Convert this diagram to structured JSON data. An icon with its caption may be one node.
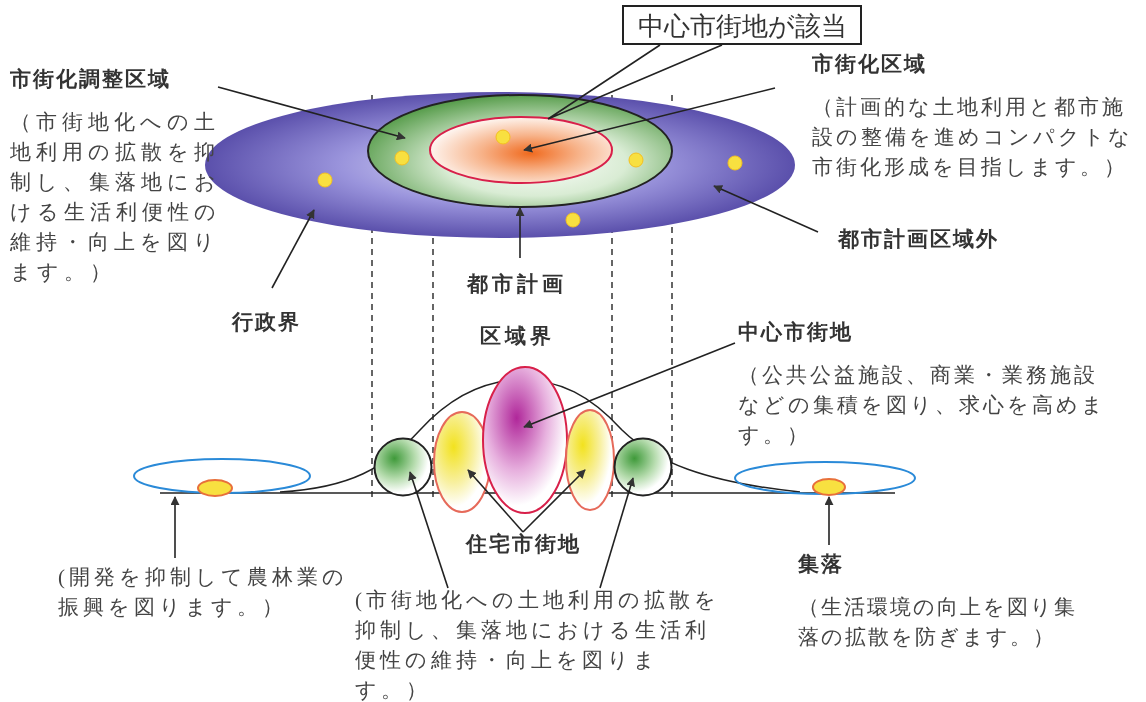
{
  "diagram": {
    "nodes": [
      {
        "text": [
          "中心市街地が該当"
        ]
      },
      {
        "text": [
          "市街化調整区域",
          "（市街地化への土地利用の拡散を抑制し、集落地における生活利便性の維持・向上を図ります。）"
        ]
      },
      {
        "text": [
          "市街化区域",
          "（計画的な土地利用と都市施設の整備を進めコンパクトな市街化形成を目指します。）"
        ]
      },
      {
        "text": [],
        "shape": "ellipse"
      },
      {
        "text": [],
        "shape": "ellipse",
        "in": 3
      },
      {
        "text": [],
        "shape": "ellipse",
        "in": 4
      },
      {
        "text": [
          "都市計画区域外"
        ]
      },
      {
        "text": [
          "行政界"
        ]
      },
      {
        "text": [
          "都市計画区域界"
        ]
      },
      {
        "text": [
          "中心市街地",
          "（公共公益施設、商業・業務施設などの集積を図り、求心を高めます。）"
        ]
      },
      {
        "text": [],
        "shape": "ellipse"
      },
      {
        "text": [],
        "shape": "circle"
      },
      {
        "text": [],
        "shape": "ellipse"
      },
      {
        "text": [],
        "shape": "ellipse"
      },
      {
        "text": [],
        "shape": "ellipse"
      },
      {
        "text": [],
        "shape": "circle"
      },
      {
        "text": [],
        "shape": "ellipse",
        "in": 21
      },
      {
        "text": [
          "住宅市街地"
        ]
      },
      {
        "text": [
          "(開発を抑制して農林業の振興を図ります。）"
        ]
      },
      {
        "text": [
          "(市街地化への土地利用の拡散を抑制し、集落地における生活利便性の維持・向上を図ります。）"
        ]
      },
      {
        "text": [
          "集落",
          "（生活環境の向上を図り集落の拡散を防ぎます。）"
        ]
      },
      {
        "text": [],
        "shape": "ellipse"
      },
      {
        "text": [],
        "shape": "ellipse"
      }
    ],
    "edges": [
      {
        "from": 0,
        "to": 5,
        "arrow": "none"
      },
      {
        "from": 1,
        "to": 4,
        "arrow": "to"
      },
      {
        "from": 2,
        "to": 5,
        "arrow": "to"
      },
      {
        "from": 6,
        "to": 3,
        "arrow": "to"
      },
      {
        "from": 7,
        "to": 3,
        "arrow": "to"
      },
      {
        "from": 8,
        "to": 4,
        "arrow": "to"
      },
      {
        "from": 9,
        "to": 13,
        "arrow": "to"
      },
      {
        "from": 17,
        "to": 12,
        "arrow": "to"
      },
      {
        "from": 17,
        "to": 14,
        "arrow": "to"
      },
      {
        "from": 19,
        "to": 11,
        "arrow": "to"
      },
      {
        "from": 19,
        "to": 15,
        "arrow": "to"
      },
      {
        "from": 18,
        "to": 10,
        "arrow": "to"
      },
      {
        "from": 20,
        "to": 16,
        "arrow": "to"
      }
    ]
  }
}
